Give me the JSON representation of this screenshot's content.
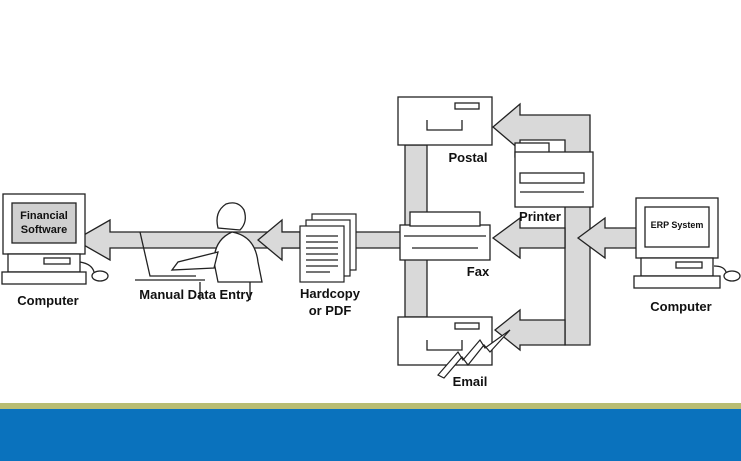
{
  "labels": {
    "computer_left": "Computer",
    "computer_left_screen_line1": "Financial",
    "computer_left_screen_line2": "Software",
    "manual_entry": "Manual Data Entry",
    "hardcopy_line1": "Hardcopy",
    "hardcopy_line2": "or PDF",
    "postal": "Postal",
    "printer": "Printer",
    "fax": "Fax",
    "email": "Email",
    "computer_right": "Computer",
    "computer_right_screen": "ERP System"
  },
  "colors": {
    "arrow_fill": "#d9d9d9",
    "stroke": "#222222",
    "screen_left": "#cfcfcf",
    "bottom_band": "#0a72bd",
    "band_edge": "#b9bd73"
  }
}
